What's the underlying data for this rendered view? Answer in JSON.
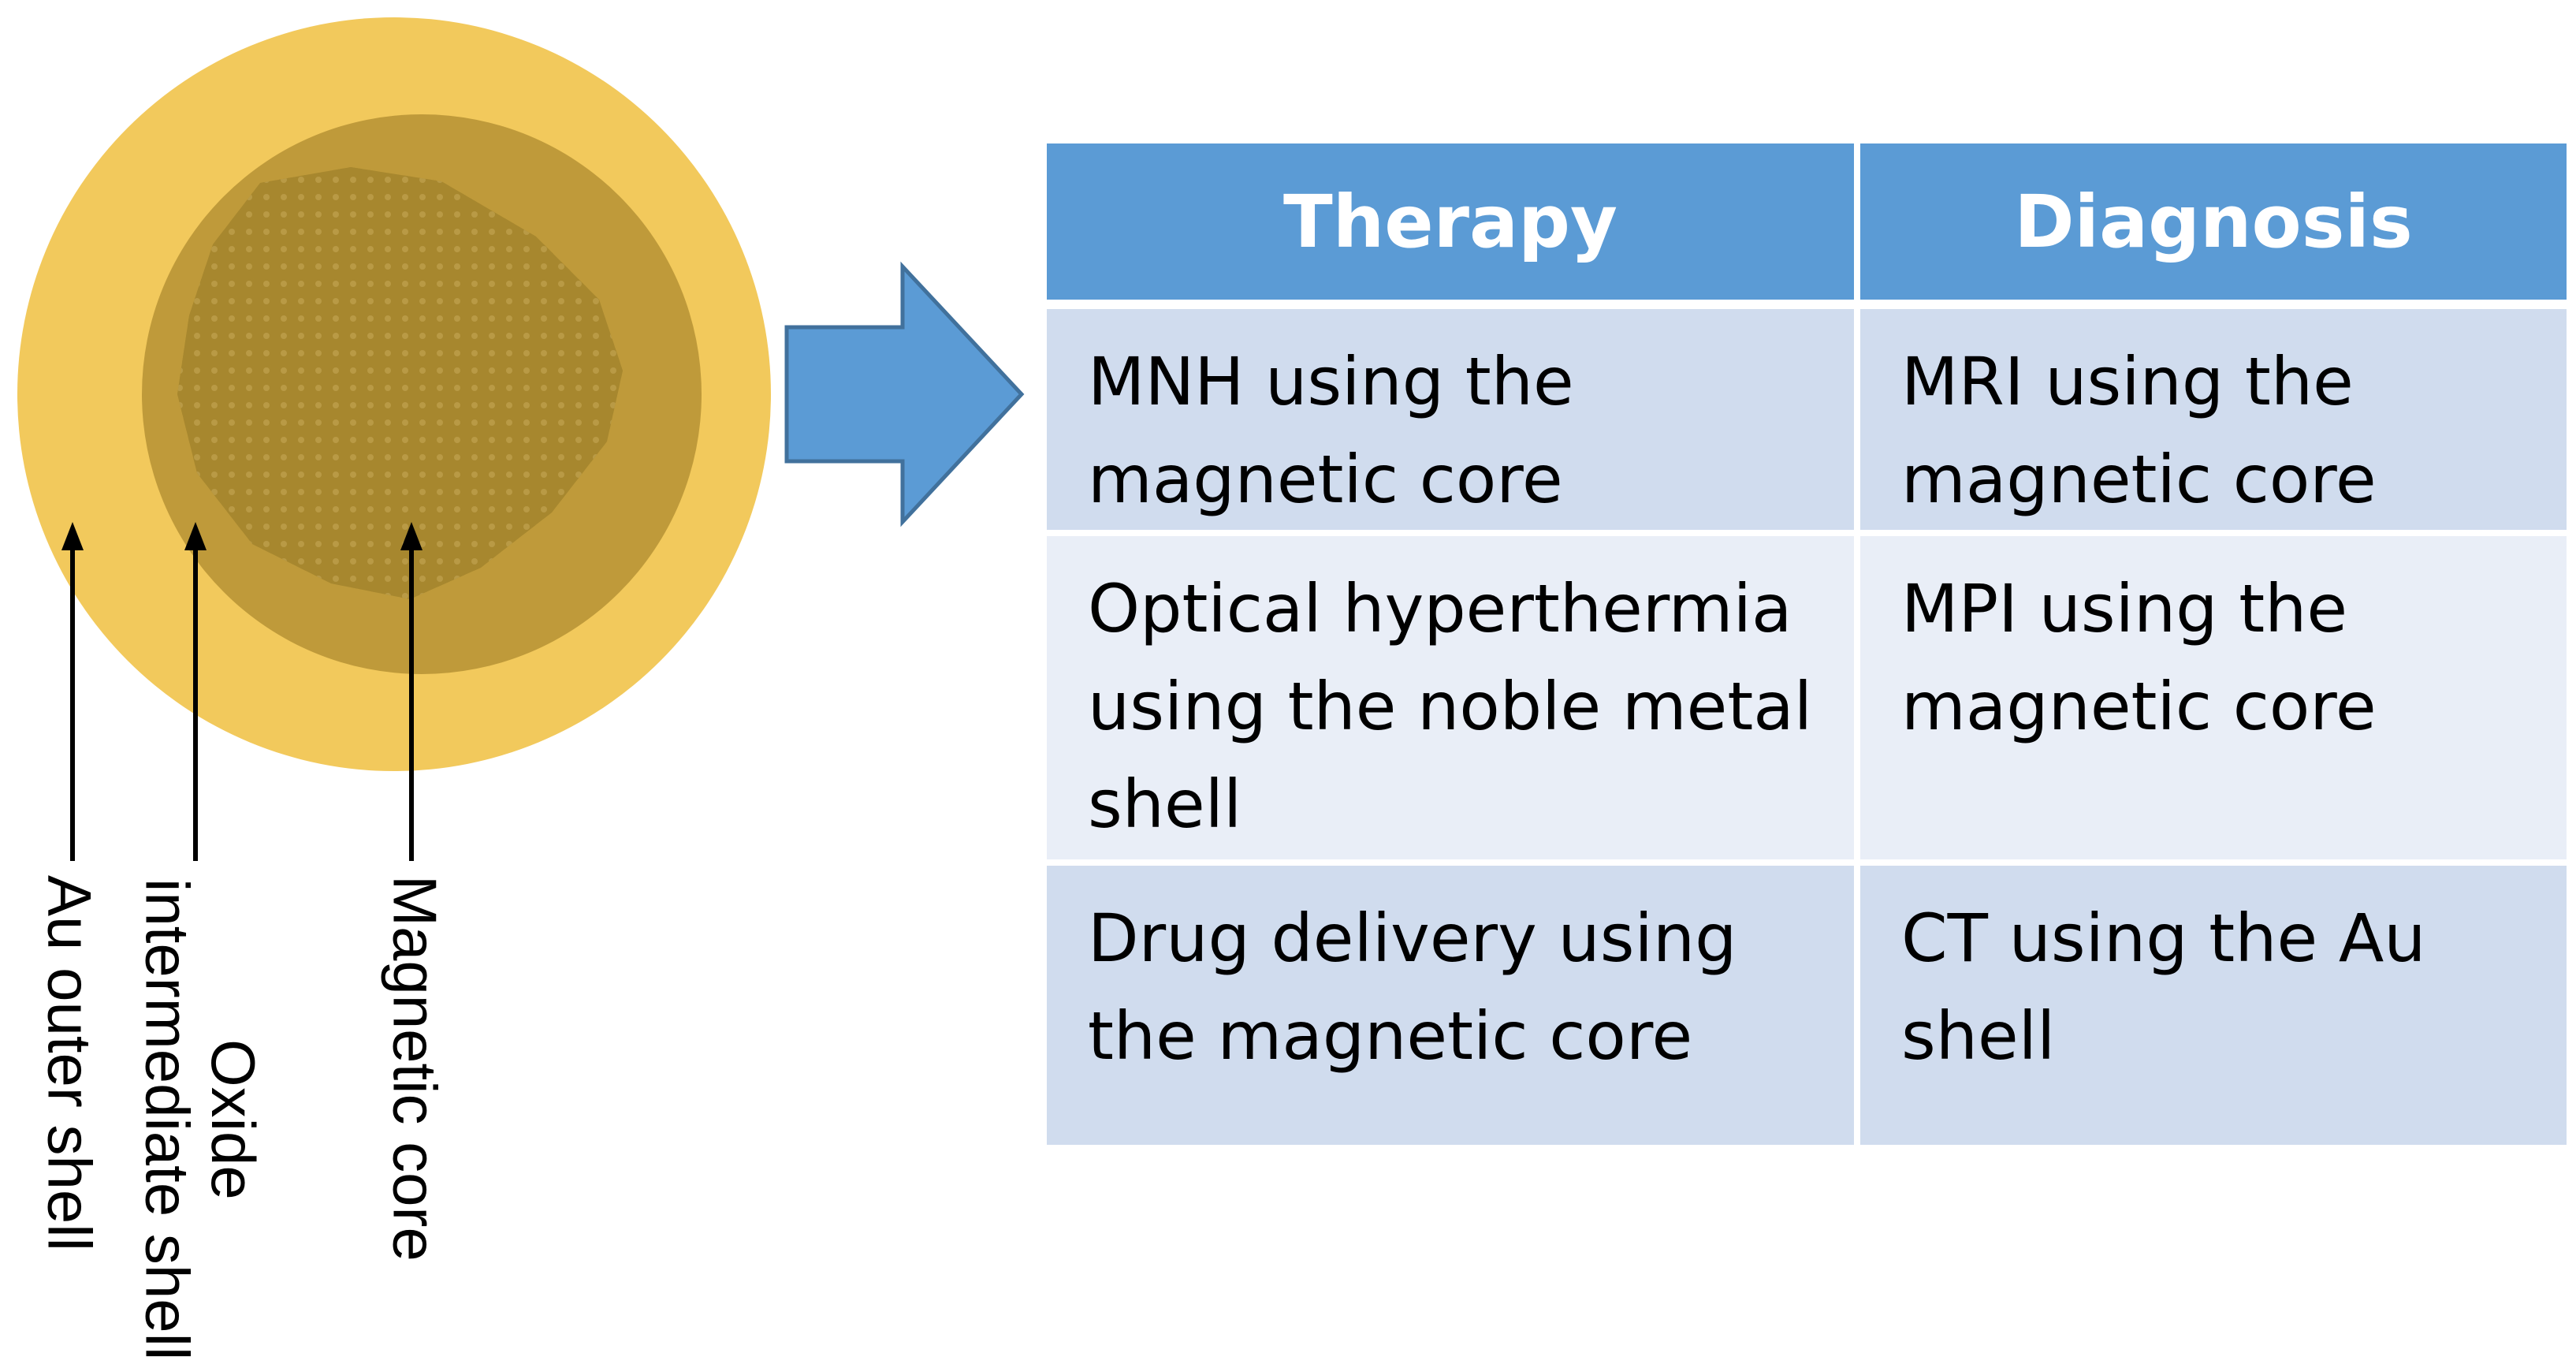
{
  "particle": {
    "colors": {
      "outer_shell": "#f2c95c",
      "intermediate_shell": "#bf9a3a",
      "core": "#a7872e",
      "core_highlight": "#b99a45",
      "arrow": "#000000"
    },
    "labels": {
      "outer": "Au outer shell",
      "intermediate": "Oxide intermediate shell",
      "core": "Magnetic core"
    }
  },
  "arrow": {
    "icon": "right-arrow-icon",
    "fill": "#5b9bd5",
    "stroke": "#41719c"
  },
  "table": {
    "colors": {
      "header": "#5b9bd5",
      "row_dark": "#d0dcee",
      "row_light": "#e9eef7"
    },
    "headers": [
      "Therapy",
      "Diagnosis"
    ],
    "rows": [
      [
        "MNH using the magnetic core",
        "MRI using the magnetic core"
      ],
      [
        "Optical hyperthermia using the noble metal shell",
        "MPI using the magnetic core"
      ],
      [
        "Drug delivery using the magnetic core",
        "CT using the Au shell"
      ]
    ]
  }
}
